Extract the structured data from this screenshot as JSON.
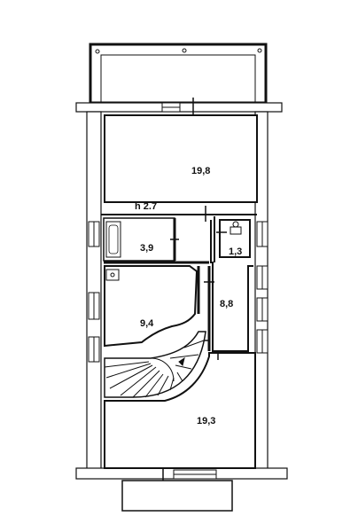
{
  "plan": {
    "ceiling_height": "h 2.7",
    "rooms": [
      {
        "id": "room-top",
        "area": "19,8"
      },
      {
        "id": "room-small",
        "area": "3,9"
      },
      {
        "id": "wc",
        "area": "1,3"
      },
      {
        "id": "hall",
        "area": "8,8"
      },
      {
        "id": "room-middle",
        "area": "9,4"
      },
      {
        "id": "room-bottom",
        "area": "19,3"
      }
    ]
  }
}
